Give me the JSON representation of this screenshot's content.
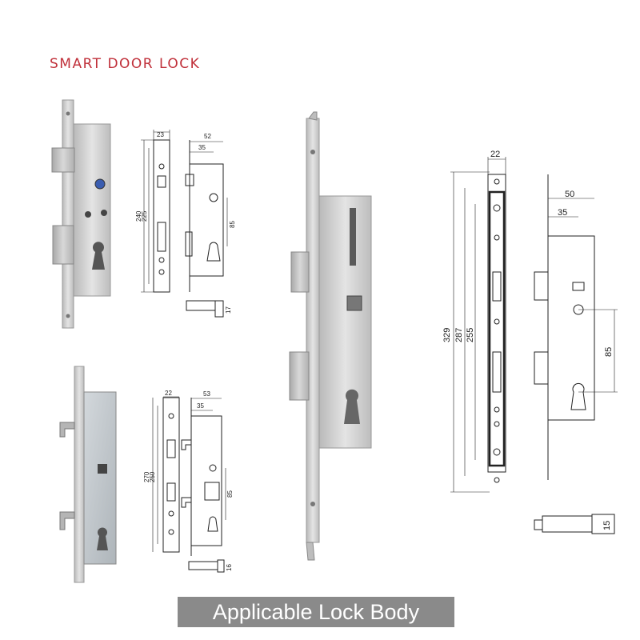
{
  "title": "SMART DOOR LOCK",
  "footer": "Applicable Lock Body",
  "diagrams": {
    "top_left": {
      "front_width": "23",
      "side_width": "52",
      "backset": "35",
      "length_outer": "240",
      "length_inner": "225",
      "center": "85",
      "bolt": "17"
    },
    "bottom_left": {
      "front_width": "22",
      "side_width": "53",
      "backset": "35",
      "length_outer": "270",
      "length_inner": "250",
      "center": "85",
      "bolt": "16"
    },
    "right": {
      "front_width": "22",
      "side_width": "50",
      "backset": "35",
      "length_outer": "329",
      "length_mid": "287",
      "length_inner": "255",
      "center": "85",
      "bolt": "15"
    }
  },
  "colors": {
    "title": "#c0303a",
    "banner": "#8a8a8a",
    "steel": "#c9c9c9"
  }
}
